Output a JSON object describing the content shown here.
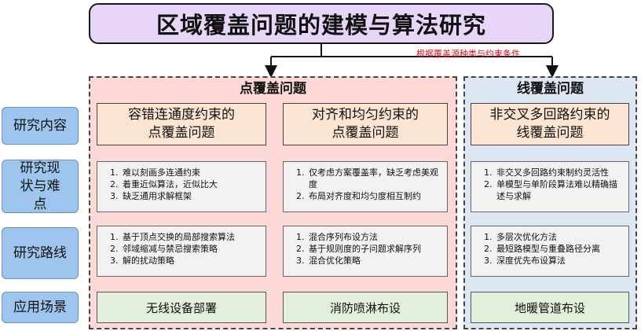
{
  "title": "区域覆盖问题的建模与算法研究",
  "connector_label": "根据覆盖源种类与约束条件",
  "panels": {
    "point": {
      "title": "点覆盖问题"
    },
    "line": {
      "title": "线覆盖问题"
    }
  },
  "rows": {
    "content": "研究内容",
    "status": "研究现状与难点",
    "route": "研究路线",
    "app": "应用场景"
  },
  "columns": [
    {
      "head": "容错连通度约束的点覆盖问题",
      "status": [
        "难以刻画多连通约束",
        "着重近似算法，近似比大",
        "缺乏通用求解框架"
      ],
      "route": [
        "基于顶点交换的局部搜索算法",
        "邻域缩减与禁忌搜索策略",
        "解的扰动策略"
      ],
      "app": "无线设备部署"
    },
    {
      "head": "对齐和均匀约束的点覆盖问题",
      "status": [
        "仅考虑方案覆盖率，缺乏考虑美观度",
        "布局对齐度和均匀度相互制约"
      ],
      "route": [
        "混合序列布设方法",
        "基于规则度的子问题求解序列",
        "混合优化策略"
      ],
      "app": "消防喷淋布设"
    },
    {
      "head": "非交叉多回路约束的线覆盖问题",
      "status": [
        "非交叉多回路约束制约灵活性",
        "单模型与单阶段算法难以精确描述与求解"
      ],
      "route": [
        "多层次优化方法",
        "最短路模型与重叠路径分离",
        "深度优先布设算法"
      ],
      "app": "地暖管道布设"
    }
  ],
  "colors": {
    "title_bg": "#e7d6f7",
    "point_panel_bg": "#fcd9d6",
    "line_panel_bg": "#dde7f3",
    "row_label_bg": "#9ec5ee",
    "head_bg": "#fbe5d2",
    "list_bg": "#f2f2f2",
    "app_bg": "#e2efda",
    "connector_text": "#e0111a"
  }
}
